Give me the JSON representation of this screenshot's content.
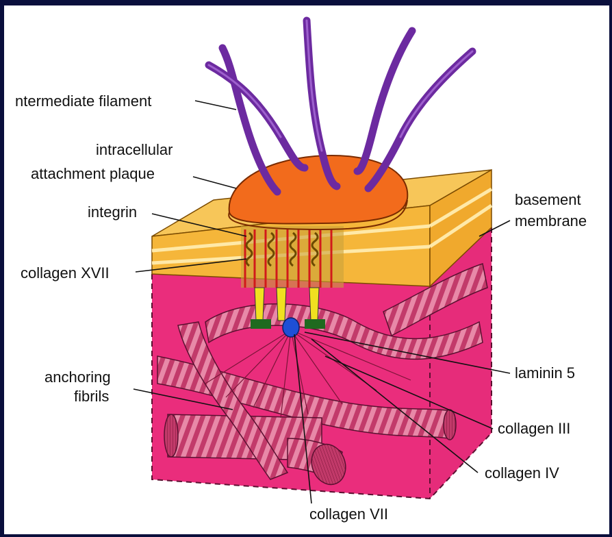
{
  "labels": {
    "intermediate_filament": "ntermediate filament",
    "plaque_line1": "intracellular",
    "plaque_line2": "attachment plaque",
    "integrin": "integrin",
    "collagen_xvii": "collagen XVII",
    "anchoring_line1": "anchoring",
    "anchoring_line2": "fibrils",
    "basement_line1": "basement",
    "basement_line2": "membrane",
    "laminin": "laminin 5",
    "collagen_iii": "collagen III",
    "collagen_iv": "collagen IV",
    "collagen_vii": "collagen VII"
  },
  "colors": {
    "background": "#0a0f3c",
    "panel": "#ffffff",
    "membrane": "#f5b63a",
    "connective": "#ea2d7c",
    "fibril": "#b8335f",
    "plaque": "#f26b1c",
    "filament": "#6c2aa0",
    "anchor_core": "#1e4fd6"
  }
}
